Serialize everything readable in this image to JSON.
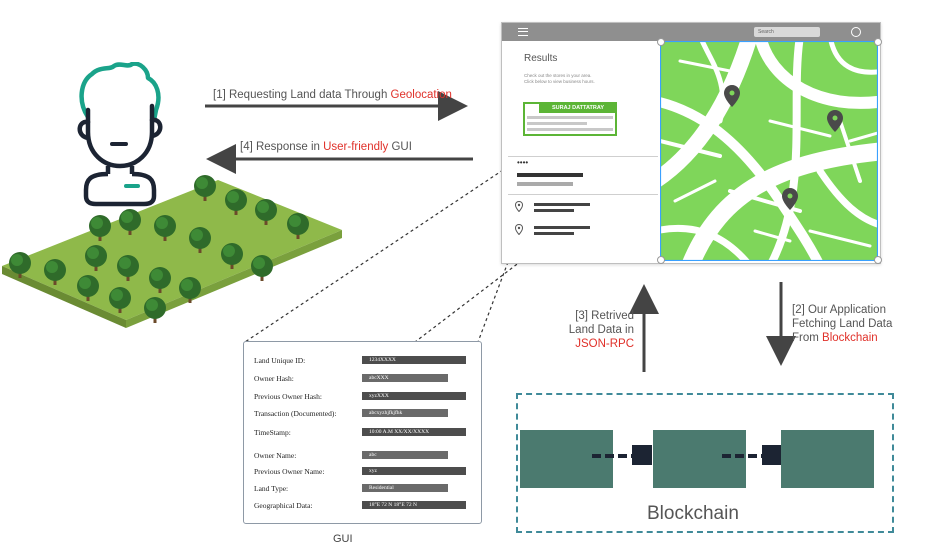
{
  "flows": {
    "request": {
      "prefix": "[1]  Requesting Land data Through ",
      "highlight": "Geolocation"
    },
    "response": {
      "prefix": "[4]   Response in ",
      "highlight": "User-friendly",
      "suffix": " GUI"
    },
    "fetching": {
      "line1": "[2]  Our Application",
      "line2": "Fetching Land Data",
      "line3_prefix": "From ",
      "line3_highlight": "Blockchain"
    },
    "retrieved": {
      "line1": "[3]   Retrived",
      "line2": "Land Data in",
      "line3_highlight": "JSON-RPC"
    }
  },
  "results_window": {
    "title": "Results",
    "description_line1": "Check out the stores in your area.",
    "description_line2": "Click below to view business hours.",
    "card_name": "SURAJ DATTATRAY",
    "search_placeholder": "Search",
    "dots": "••••"
  },
  "form": {
    "caption": "GUI",
    "fields": [
      {
        "label": "Land Unique ID:",
        "value": "1234XXXX"
      },
      {
        "label": "Owner Hash:",
        "value": "abcXXX"
      },
      {
        "label": "Previous Owner Hash:",
        "value": "xyzXXX"
      },
      {
        "label": "Transaction (Documented):",
        "value": "abcxyzhjfkjfhk"
      },
      {
        "label": "TimeStamp:",
        "value": "10:00 A.M      XX/XX/XXXX"
      },
      {
        "label": "Owner Name:",
        "value": "abc"
      },
      {
        "label": "Previous Owner Name:",
        "value": "xyz"
      },
      {
        "label": "Land Type:",
        "value": "Residential"
      },
      {
        "label": "Geographical Data:",
        "value": "18°E    72 N     18°E    72 N"
      }
    ]
  },
  "blockchain": {
    "label": "Blockchain"
  },
  "colors": {
    "highlight": "#e0312a",
    "map_green": "#7fd65a",
    "card_green": "#5cb536",
    "user_teal": "#1aa38a",
    "user_navy": "#1c2433",
    "block": "#4b7a6f",
    "chain_border": "#3f8a99",
    "field_green": "#8fb94a"
  }
}
